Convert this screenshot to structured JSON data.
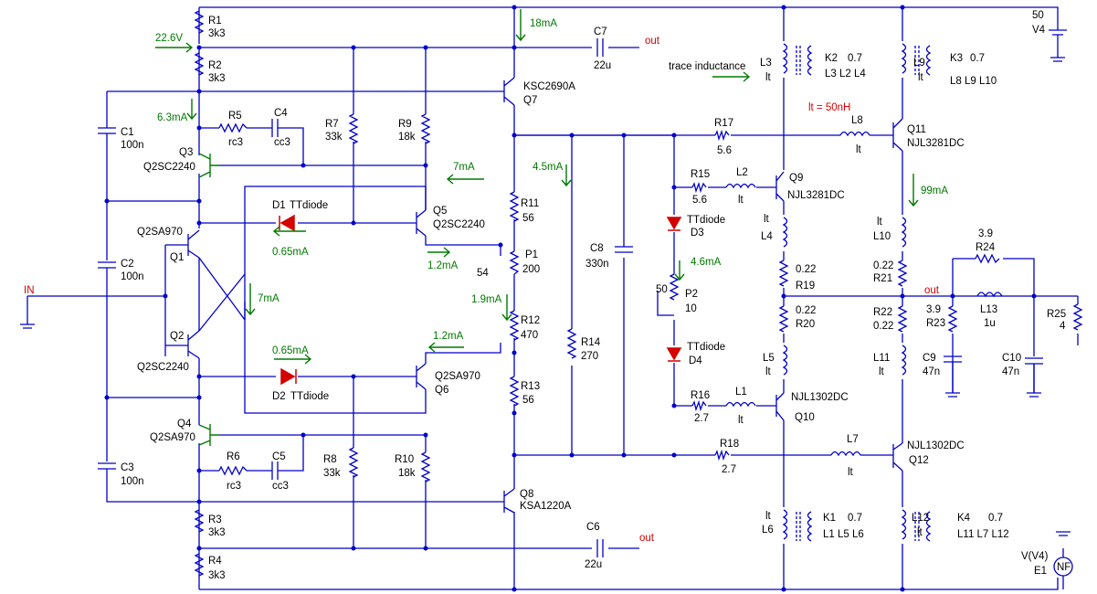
{
  "colors": {
    "wire": "#0000c8",
    "label": "#000000",
    "annotation": "#007a00",
    "highlight": "#d40000"
  },
  "labels": [
    {
      "t": "R1"
    },
    {
      "t": "3k3"
    },
    {
      "t": "R2"
    },
    {
      "t": "3k3"
    },
    {
      "t": "22.6V"
    },
    {
      "t": "C1"
    },
    {
      "t": "100n"
    },
    {
      "t": "6.3mA"
    },
    {
      "t": "R5"
    },
    {
      "t": "rc3"
    },
    {
      "t": "C4"
    },
    {
      "t": "cc3"
    },
    {
      "t": "Q3"
    },
    {
      "t": "Q2SC2240"
    },
    {
      "t": "R7"
    },
    {
      "t": "33k"
    },
    {
      "t": "R9"
    },
    {
      "t": "18k"
    },
    {
      "t": "KSC2690A"
    },
    {
      "t": "Q7"
    },
    {
      "t": "18mA"
    },
    {
      "t": "C7"
    },
    {
      "t": "22u"
    },
    {
      "t": "out"
    },
    {
      "t": "trace inductance"
    },
    {
      "t": "L3"
    },
    {
      "t": "lt"
    },
    {
      "t": "K2"
    },
    {
      "t": "0.7"
    },
    {
      "t": "L3 L2 L4"
    },
    {
      "t": "L9"
    },
    {
      "t": "lt"
    },
    {
      "t": "K3"
    },
    {
      "t": "0.7"
    },
    {
      "t": "L8 L9 L10"
    },
    {
      "t": "lt = 50nH"
    },
    {
      "t": "50"
    },
    {
      "t": "V4"
    },
    {
      "t": "R17"
    },
    {
      "t": "5.6"
    },
    {
      "t": "L8"
    },
    {
      "t": "lt"
    },
    {
      "t": "Q11"
    },
    {
      "t": "NJL3281DC"
    },
    {
      "t": "4.5mA"
    },
    {
      "t": "7mA"
    },
    {
      "t": "R15"
    },
    {
      "t": "5.6"
    },
    {
      "t": "L2"
    },
    {
      "t": "lt"
    },
    {
      "t": "Q9"
    },
    {
      "t": "NJL3281DC"
    },
    {
      "t": "99mA"
    },
    {
      "t": "D1"
    },
    {
      "t": "TTdiode"
    },
    {
      "t": "Q5"
    },
    {
      "t": "Q2SC2240"
    },
    {
      "t": "R11"
    },
    {
      "t": "56"
    },
    {
      "t": "C2"
    },
    {
      "t": "100n"
    },
    {
      "t": "Q2SA970"
    },
    {
      "t": "Q1"
    },
    {
      "t": "0.65mA"
    },
    {
      "t": "TTdiode"
    },
    {
      "t": "D3"
    },
    {
      "t": "lt"
    },
    {
      "t": "L4"
    },
    {
      "t": "lt"
    },
    {
      "t": "L10"
    },
    {
      "t": "3.9"
    },
    {
      "t": "R24"
    },
    {
      "t": "C8"
    },
    {
      "t": "330n"
    },
    {
      "t": "P1"
    },
    {
      "t": "200"
    },
    {
      "t": "54"
    },
    {
      "t": "1.2mA"
    },
    {
      "t": "4.6mA"
    },
    {
      "t": "0.22"
    },
    {
      "t": "R19"
    },
    {
      "t": "0.22"
    },
    {
      "t": "R21"
    },
    {
      "t": "IN"
    },
    {
      "t": "7mA"
    },
    {
      "t": "1.9mA"
    },
    {
      "t": "50"
    },
    {
      "t": "P2"
    },
    {
      "t": "10"
    },
    {
      "t": "out"
    },
    {
      "t": "0.22"
    },
    {
      "t": "R20"
    },
    {
      "t": "R22"
    },
    {
      "t": "0.22"
    },
    {
      "t": "3.9"
    },
    {
      "t": "R23"
    },
    {
      "t": "L13"
    },
    {
      "t": "1u"
    },
    {
      "t": "R25"
    },
    {
      "t": "4"
    },
    {
      "t": "Q2"
    },
    {
      "t": "Q2SC2240"
    },
    {
      "t": "R12"
    },
    {
      "t": "470"
    },
    {
      "t": "R14"
    },
    {
      "t": "270"
    },
    {
      "t": "1.2mA"
    },
    {
      "t": "0.65mA"
    },
    {
      "t": "TTdiode"
    },
    {
      "t": "D4"
    },
    {
      "t": "L5"
    },
    {
      "t": "lt"
    },
    {
      "t": "L11"
    },
    {
      "t": "lt"
    },
    {
      "t": "C9"
    },
    {
      "t": "47n"
    },
    {
      "t": "C10"
    },
    {
      "t": "47n"
    },
    {
      "t": "Q2SA970"
    },
    {
      "t": "Q6"
    },
    {
      "t": "D2"
    },
    {
      "t": "TTdiode"
    },
    {
      "t": "R13"
    },
    {
      "t": "56"
    },
    {
      "t": "R16"
    },
    {
      "t": "2.7"
    },
    {
      "t": "L1"
    },
    {
      "t": "lt"
    },
    {
      "t": "NJL1302DC"
    },
    {
      "t": "Q10"
    },
    {
      "t": "Q4"
    },
    {
      "t": "Q2SA970"
    },
    {
      "t": "R18"
    },
    {
      "t": "2.7"
    },
    {
      "t": "L7"
    },
    {
      "t": "lt"
    },
    {
      "t": "NJL1302DC"
    },
    {
      "t": "Q12"
    },
    {
      "t": "R6"
    },
    {
      "t": "rc3"
    },
    {
      "t": "C5"
    },
    {
      "t": "cc3"
    },
    {
      "t": "R8"
    },
    {
      "t": "33k"
    },
    {
      "t": "R10"
    },
    {
      "t": "18k"
    },
    {
      "t": "C3"
    },
    {
      "t": "100n"
    },
    {
      "t": "Q8"
    },
    {
      "t": "KSA1220A"
    },
    {
      "t": "lt"
    },
    {
      "t": "L6"
    },
    {
      "t": "K1"
    },
    {
      "t": "0.7"
    },
    {
      "t": "L1 L5 L6"
    },
    {
      "t": "L12"
    },
    {
      "t": "lt"
    },
    {
      "t": "K4"
    },
    {
      "t": "0.7"
    },
    {
      "t": "L11 L7 L12"
    },
    {
      "t": "R3"
    },
    {
      "t": "3k3"
    },
    {
      "t": "C6"
    },
    {
      "t": "22u"
    },
    {
      "t": "out"
    },
    {
      "t": "V(V4)"
    },
    {
      "t": "E1"
    },
    {
      "t": "NF"
    },
    {
      "t": "R4"
    },
    {
      "t": "3k3"
    }
  ]
}
